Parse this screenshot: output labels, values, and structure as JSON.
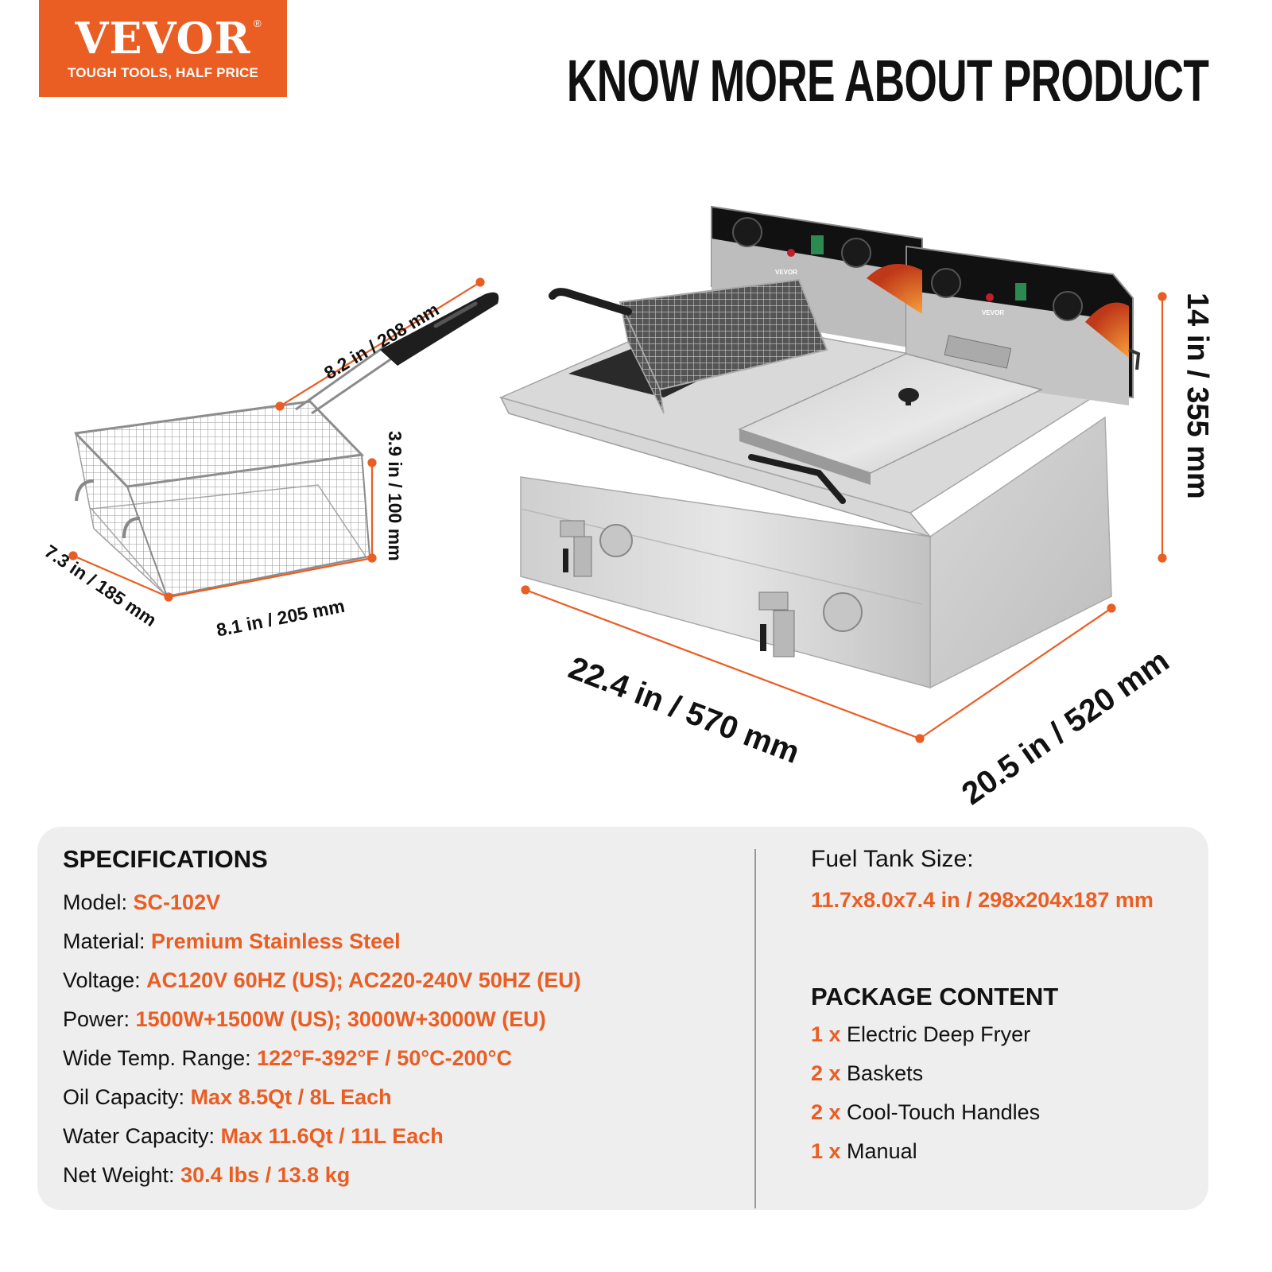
{
  "brand": {
    "name": "VEVOR",
    "registered_mark": "®",
    "tagline": "TOUGH TOOLS, HALF PRICE",
    "color": "#ea5d23"
  },
  "header": {
    "title": "KNOW MORE ABOUT PRODUCT"
  },
  "illustration": {
    "basket": {
      "handle_length": "8.2 in / 208 mm",
      "height": "3.9 in / 100 mm",
      "length": "8.1 in / 205 mm",
      "width": "7.3 in / 185 mm"
    },
    "fryer": {
      "height": "14 in / 355 mm",
      "width": "22.4 in / 570 mm",
      "depth": "20.5 in / 520 mm",
      "panel_brand": "VEVOR"
    },
    "dimension_line_color": "#ea5d23"
  },
  "specifications": {
    "heading": "SPECIFICATIONS",
    "rows": [
      {
        "label": "Model: ",
        "value": "SC-102V"
      },
      {
        "label": "Material: ",
        "value": "Premium Stainless Steel"
      },
      {
        "label": "Voltage: ",
        "value": "AC120V 60HZ (US); AC220-240V 50HZ (EU)"
      },
      {
        "label": "Power: ",
        "value": "1500W+1500W (US); 3000W+3000W (EU)"
      },
      {
        "label": "Wide Temp. Range: ",
        "value": "122°F-392°F / 50°C-200°C"
      },
      {
        "label": "Oil Capacity: ",
        "value": "Max 8.5Qt / 8L Each"
      },
      {
        "label": "Water Capacity: ",
        "value": "Max 11.6Qt / 11L Each"
      },
      {
        "label": "Net Weight: ",
        "value": "30.4 lbs / 13.8 kg"
      }
    ]
  },
  "fuel_tank": {
    "label": "Fuel Tank Size:",
    "value": "11.7x8.0x7.4 in / 298x204x187 mm"
  },
  "package_content": {
    "heading": "PACKAGE CONTENT",
    "items": [
      {
        "qty": "1 x ",
        "name": "Electric Deep Fryer"
      },
      {
        "qty": "2 x ",
        "name": "Baskets"
      },
      {
        "qty": "2 x ",
        "name": "Cool-Touch Handles"
      },
      {
        "qty": "1 x ",
        "name": "Manual"
      }
    ]
  }
}
